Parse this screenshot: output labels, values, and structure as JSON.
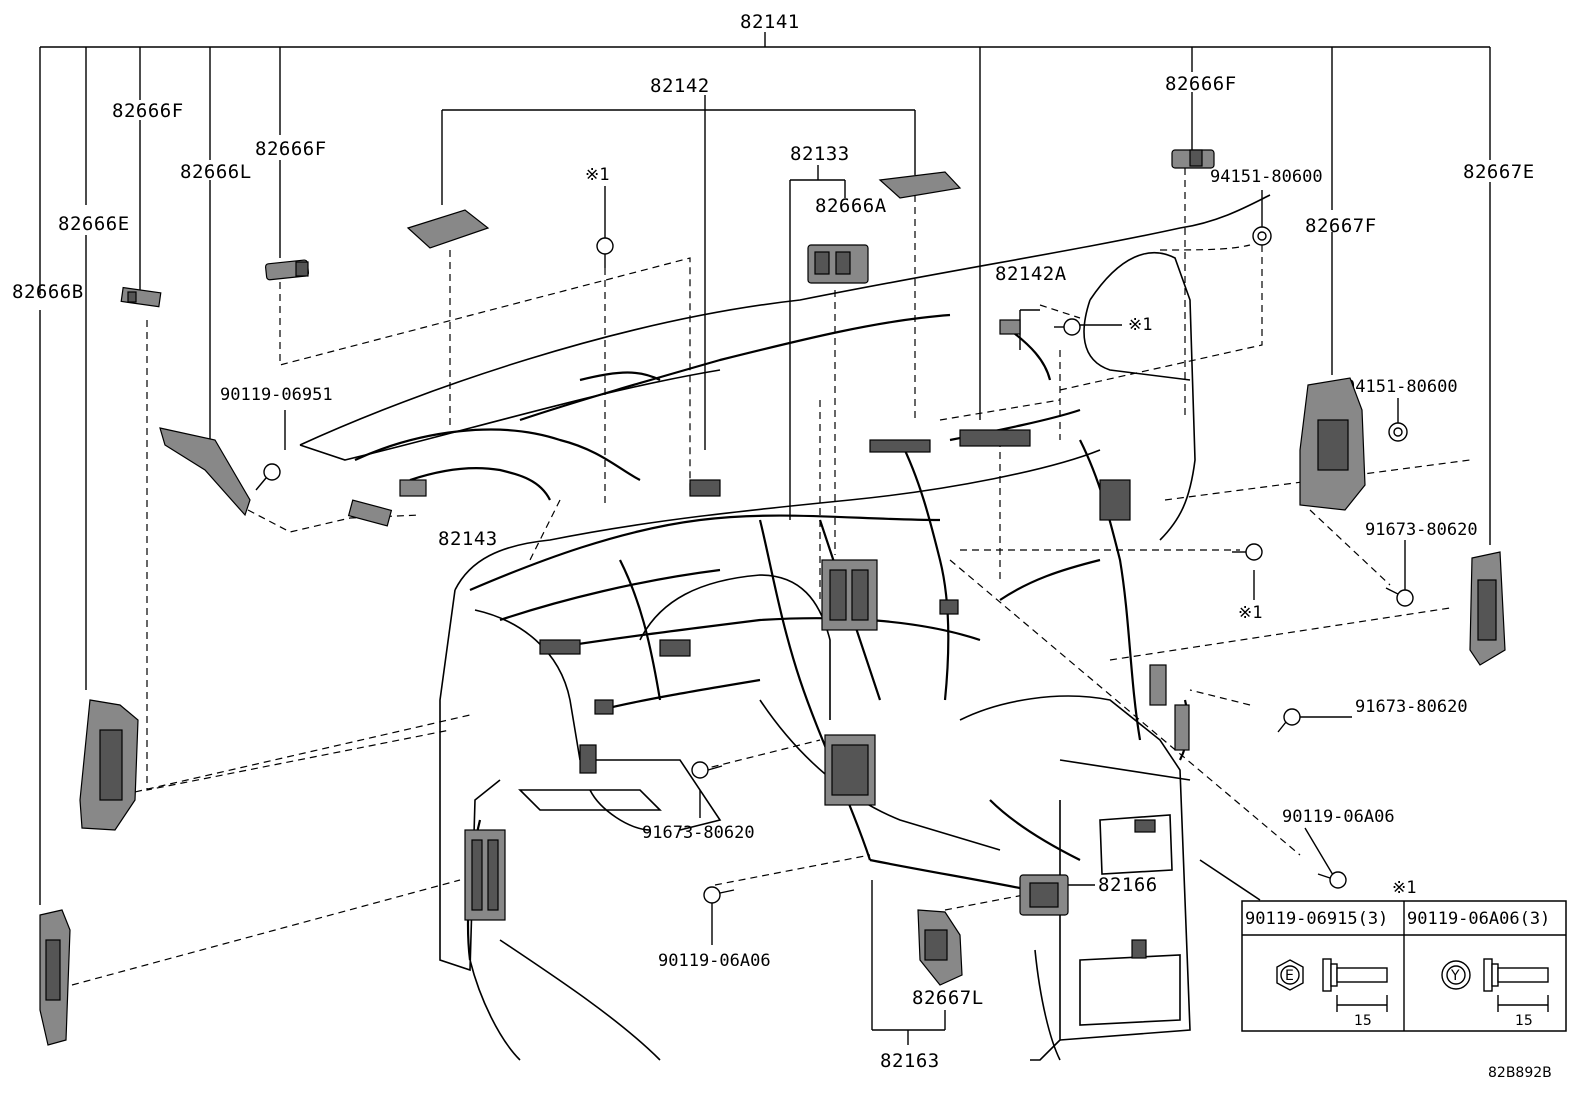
{
  "labels": {
    "main_harness": "82141",
    "harness_82142": "82142",
    "harness_82133": "82133",
    "harness_82142A": "82142A",
    "harness_82143": "82143",
    "harness_82166": "82166",
    "harness_82163": "82163",
    "block_82666A": "82666A",
    "block_82666B": "82666B",
    "block_82666E": "82666E",
    "block_82666F_left": "82666F",
    "block_82666F_mid": "82666F",
    "block_82666F_right": "82666F",
    "block_82666L": "82666L",
    "block_82667E": "82667E",
    "block_82667F": "82667F",
    "block_82667L": "82667L",
    "nut_94151_top": "94151-80600",
    "nut_94151_right": "94151-80600",
    "bolt_90119_06951": "90119-06951",
    "bolt_91673_right_upper": "91673-80620",
    "bolt_91673_right_lower": "91673-80620",
    "bolt_91673_center": "91673-80620",
    "bolt_90119_06A06_right": "90119-06A06",
    "bolt_90119_06A06_bottom": "90119-06A06",
    "ref_mark_1": "※1",
    "ref_mark_2": "※1",
    "ref_mark_3": "※1",
    "ref_mark_table": "※1",
    "diagram_code": "82B892B"
  },
  "bolt_table": {
    "columns": [
      {
        "header": "90119-06915(3)",
        "symbol": "E",
        "length": "15"
      },
      {
        "header": "90119-06A06(3)",
        "symbol": "Y",
        "length": "15"
      }
    ]
  }
}
